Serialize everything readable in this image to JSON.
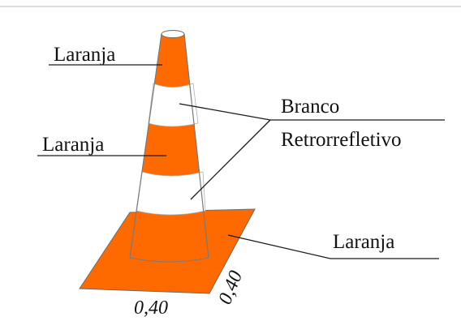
{
  "labels": {
    "top_left": "Laranja",
    "middle_left": "Laranja",
    "right_branco": "Branco",
    "right_retro": "Retrorrefletivo",
    "base_right": "Laranja"
  },
  "dimensions": {
    "base_width": "0,40",
    "base_depth": "0,40"
  },
  "colors": {
    "orange": "#FF6A00",
    "white": "#FFFFFF",
    "outline": "#7a7a7a"
  }
}
